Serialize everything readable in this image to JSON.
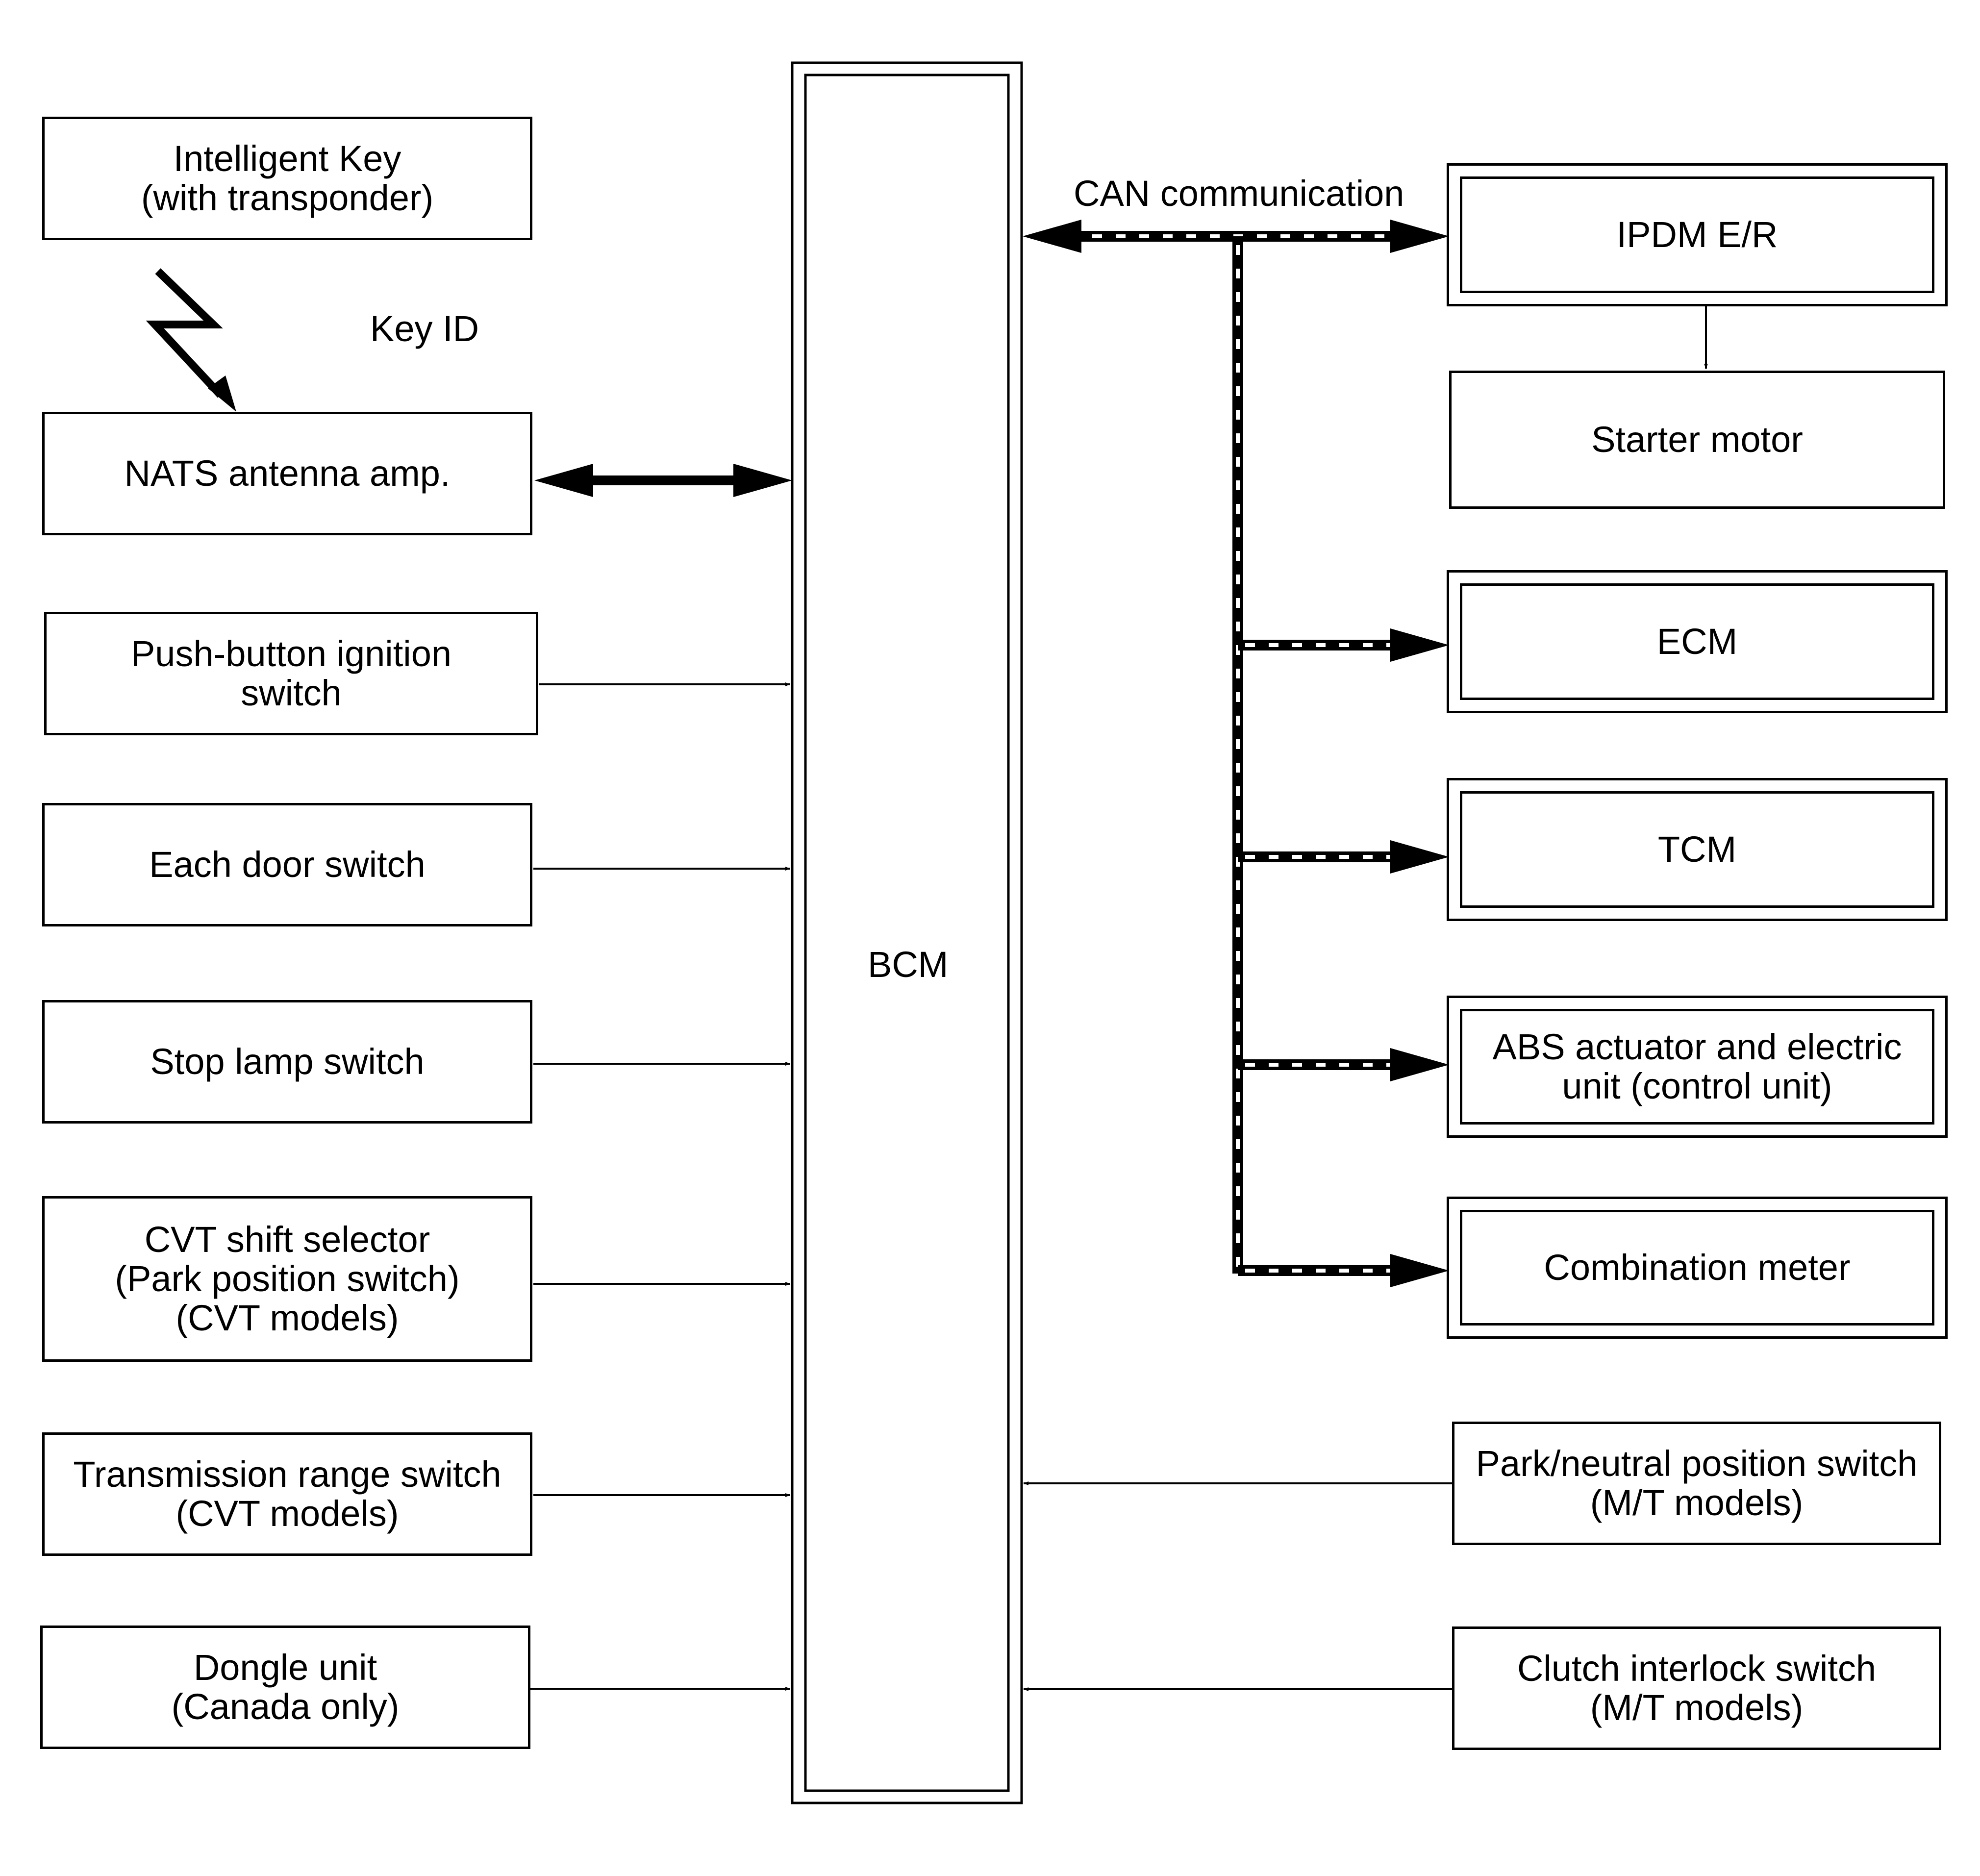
{
  "bcm": {
    "label": "BCM"
  },
  "inputs": {
    "intelligent_key": "Intelligent Key\n(with transponder)",
    "nats_antenna": "NATS antenna amp.",
    "push_button": "Push-button ignition\nswitch",
    "door_switch": "Each door switch",
    "stop_lamp": "Stop lamp switch",
    "cvt_selector": "CVT shift selector\n(Park position switch)\n(CVT models)",
    "trans_range": "Transmission range switch\n(CVT models)",
    "dongle": "Dongle unit\n(Canada only)",
    "park_neutral": "Park/neutral position switch\n(M/T models)",
    "clutch_interlock": "Clutch interlock switch\n(M/T models)"
  },
  "outputs": {
    "ipdm": "IPDM E/R",
    "starter": "Starter motor",
    "ecm": "ECM",
    "tcm": "TCM",
    "abs": "ABS actuator and electric\nunit (control unit)",
    "combination_meter": "Combination meter"
  },
  "labels": {
    "key_id": "Key ID",
    "can": "CAN communication"
  }
}
